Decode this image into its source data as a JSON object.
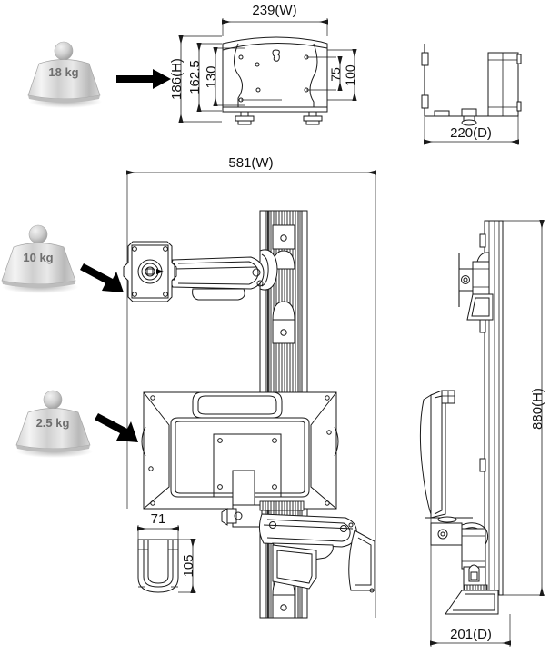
{
  "drawing": {
    "title": "Monitor mount / cart dimension drawing",
    "units": "mm",
    "line_color": "#1a1a1a",
    "background": "#ffffff"
  },
  "views": [
    {
      "id": "top-front",
      "name": "upper-front-view"
    },
    {
      "id": "top-side",
      "name": "upper-side-view"
    },
    {
      "id": "main-front",
      "name": "main-front-view"
    },
    {
      "id": "main-side",
      "name": "main-side-view"
    },
    {
      "id": "rail-section",
      "name": "rail-cross-section-view"
    }
  ],
  "weights": [
    {
      "id": "w18",
      "value": "18",
      "unit": "kg",
      "label": "18  kg",
      "arrow": "horizontal"
    },
    {
      "id": "w10",
      "value": "10",
      "unit": "kg",
      "label": "10 kg",
      "arrow": "diagonal"
    },
    {
      "id": "w25",
      "value": "2.5",
      "unit": "kg",
      "label": "2.5 kg",
      "arrow": "diagonal"
    }
  ],
  "dimensions": {
    "top_view": {
      "width": "239(W)",
      "height_overall": "186(H)",
      "height_mid": "162.5",
      "height_inner": "130",
      "vesa_75": "75",
      "vesa_100": "100"
    },
    "top_side_view": {
      "depth": "220(D)"
    },
    "main_view": {
      "width": "581(W)"
    },
    "main_side_view": {
      "height": "880(H)",
      "depth": "201(D)"
    },
    "rail_section": {
      "width": "71",
      "height": "105"
    }
  }
}
